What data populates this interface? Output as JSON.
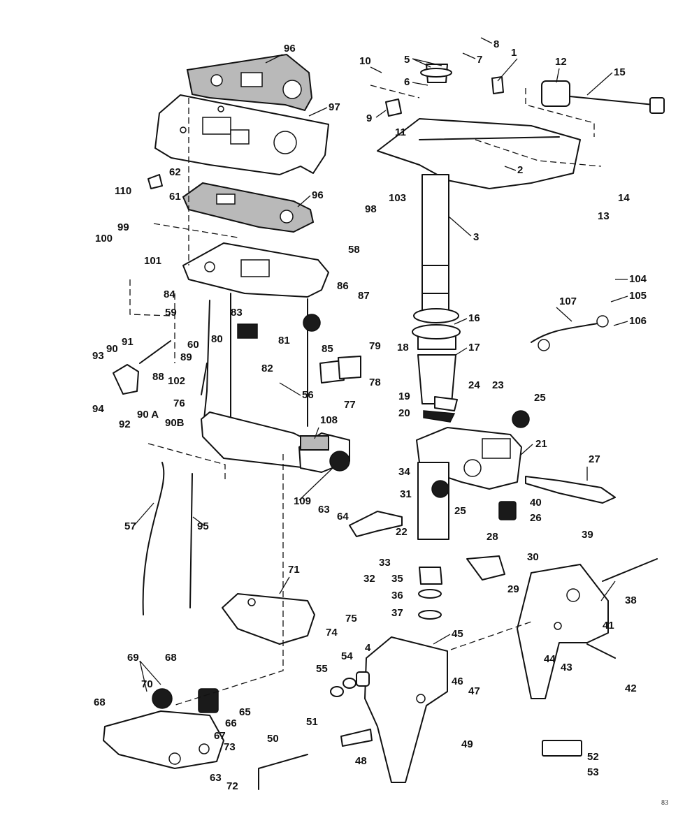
{
  "callouts": [
    "1",
    "2",
    "3",
    "4",
    "5",
    "6",
    "7",
    "8",
    "9",
    "10",
    "11",
    "12",
    "13",
    "14",
    "15",
    "16",
    "17",
    "18",
    "19",
    "20",
    "21",
    "22",
    "23",
    "24",
    "25",
    "26",
    "27",
    "28",
    "29",
    "30",
    "31",
    "32",
    "33",
    "34",
    "35",
    "36",
    "37",
    "38",
    "39",
    "40",
    "41",
    "42",
    "43",
    "44",
    "45",
    "46",
    "47",
    "48",
    "49",
    "50",
    "51",
    "52",
    "53",
    "54",
    "55",
    "56",
    "57",
    "58",
    "59",
    "60",
    "61",
    "62",
    "63",
    "64",
    "65",
    "66",
    "67",
    "68",
    "69",
    "70",
    "71",
    "72",
    "73",
    "74",
    "75",
    "76",
    "77",
    "78",
    "79",
    "80",
    "81",
    "82",
    "83",
    "84",
    "85",
    "86",
    "87",
    "88",
    "89",
    "90",
    "90 A",
    "90B",
    "91",
    "92",
    "93",
    "94",
    "95",
    "96",
    "97",
    "98",
    "99",
    "100",
    "101",
    "102",
    "103",
    "104",
    "105",
    "106",
    "107",
    "108",
    "109",
    "110"
  ],
  "page_number": "83",
  "colors": {
    "line": "#111111",
    "gasket": "#b9b9b9",
    "background": "#ffffff"
  }
}
